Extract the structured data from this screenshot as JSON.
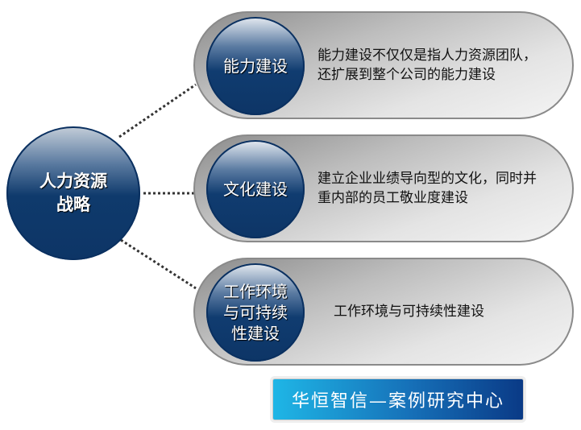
{
  "hub": {
    "line1": "人力资源",
    "line2": "战略"
  },
  "items": [
    {
      "title": [
        "能力建设"
      ],
      "desc": [
        "能力建设不仅仅是指人力资源团队，",
        "还扩展到整个公司的能力建设"
      ]
    },
    {
      "title": [
        "文化建设"
      ],
      "desc": [
        "建立企业业绩导向型的文化，同时并",
        "重内部的员工敬业度建设"
      ]
    },
    {
      "title": [
        "工作环境",
        "与可持续",
        "性建设"
      ],
      "desc": [
        "工作环境与可持续性建设"
      ]
    }
  ],
  "banner": "华恒智信—案例研究中心"
}
